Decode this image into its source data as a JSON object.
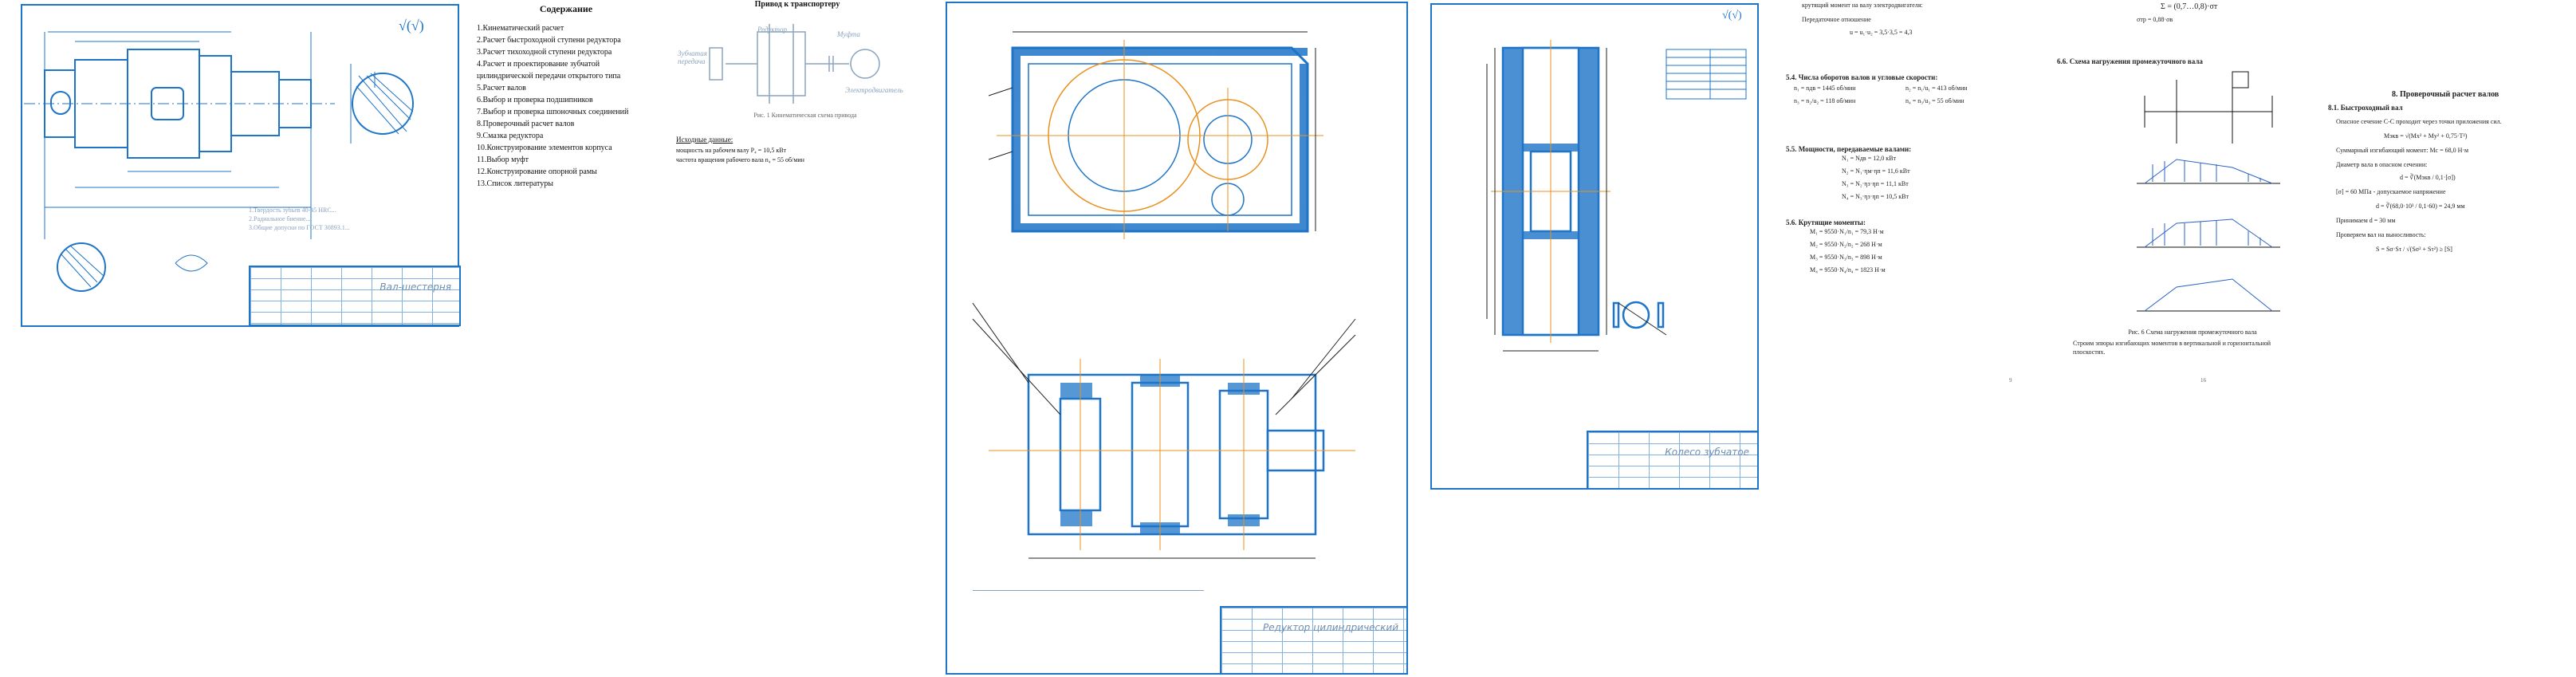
{
  "sheet1": {
    "roughness": "√(√)",
    "notes": "1.Твердость зубьев 40-45 HRC...\n2.Радиальное биение...\n3.Общие допуски по ГОСТ 30893.1...",
    "title_block": "Вал-шестерня"
  },
  "sheet2": {
    "toc_title": "Содержание",
    "toc": [
      "1.Кинематический расчет",
      "2.Расчет быстроходной ступени редуктора",
      "3.Расчет тихоходной ступени редуктора",
      "4.Расчет и проектирование зубчатой цилиндрической передачи открытого типа",
      "5.Расчет валов",
      "6.Выбор и проверка подшипников",
      "7.Выбор и проверка шпоночных соединений",
      "8.Проверочный расчет валов",
      "9.Смазка редуктора",
      "10.Конструирование элементов корпуса",
      "11.Выбор муфт",
      "12.Конструирование опорной рамы",
      "13.Список литературы"
    ],
    "scheme_title": "Привод к транспортеру",
    "scheme_labels": [
      "Редуктор",
      "Муфта",
      "Электродвигатель",
      "Зубчатая передача"
    ],
    "fig_caption": "Рис. 1 Кинематическая схема привода",
    "given_title": "Исходные данные:",
    "given_lines": [
      "мощность на рабочем валу P₄ = 10,5 кВт",
      "частота вращения рабочего вала n₄ = 55 об/мин"
    ]
  },
  "sheet3": {
    "title_block": "Редуктор цилиндрический"
  },
  "sheet4": {
    "title_block": "Колесо зубчатое"
  },
  "sheet5": {
    "top_lines": [
      "крутящий момент на валу электродвигателя:",
      "Передаточное отношение",
      "u = u₁·u₂ = 3,5·3,5 = 4,3"
    ],
    "h1": "5.4. Числа оборотов валов и угловые скорости:",
    "l1": [
      "n₁ = nдв = 1445 об/мин",
      "n₂ = n₁/u₁ = 413 об/мин",
      "n₃ = n₂/u₂ = 118 об/мин",
      "n₄ = n₃/u₃ = 55 об/мин"
    ],
    "h2": "5.5. Мощности, передаваемые валами:",
    "l2": [
      "N₁ = Nдв = 12,0 кВт",
      "N₂ = N₁·ηм·ηп = 11,6 кВт",
      "N₃ = N₂·ηз·ηп = 11,1 кВт",
      "N₄ = N₃·ηз·ηп = 10,5 кВт"
    ],
    "h3": "5.6. Крутящие моменты:",
    "l3": [
      "M₁ = 9550·N₁/n₁ = 79,3 Н·м",
      "M₂ = 9550·N₂/n₂ = 268 Н·м",
      "M₃ = 9550·N₃/n₃ = 898 Н·м",
      "M₄ = 9550·N₄/n₄ = 1823 Н·м"
    ],
    "page": "9"
  },
  "sheet6": {
    "top_formulas": [
      "Σ = (0,7…0,8)·σт",
      "σтр = 0,88·σв"
    ],
    "h1": "6.6. Схема нагружения промежуточного вала",
    "fig_caption": "Рис. 6 Схема нагружения промежуточного вала",
    "body": "Строим эпюры изгибающих моментов в вертикальной и горизонтальной плоскостях.",
    "page": "16"
  },
  "sheet7": {
    "h1": "8. Проверочный расчет валов",
    "h2": "8.1. Быстроходный вал",
    "lines": [
      "Опасное сечение С-С проходит через точки приложения сил.",
      "Мэкв = √(Mx² + My² + 0,75·T²)",
      "Суммарный изгибающий момент: Mс = 68,0 Н·м",
      "Диаметр вала в опасном сечении:",
      "d = ∛(Mэкв / 0,1·[σ])",
      "[σ] = 60 МПа - допускаемое напряжение",
      "d = ∛(68,0·10³ / 0,1·60) = 24,9 мм",
      "Принимаем d = 30 мм",
      "Проверяем вал на выносливость:",
      "S = Sσ·Sτ / √(Sσ² + Sτ²) ≥ [S]"
    ]
  }
}
